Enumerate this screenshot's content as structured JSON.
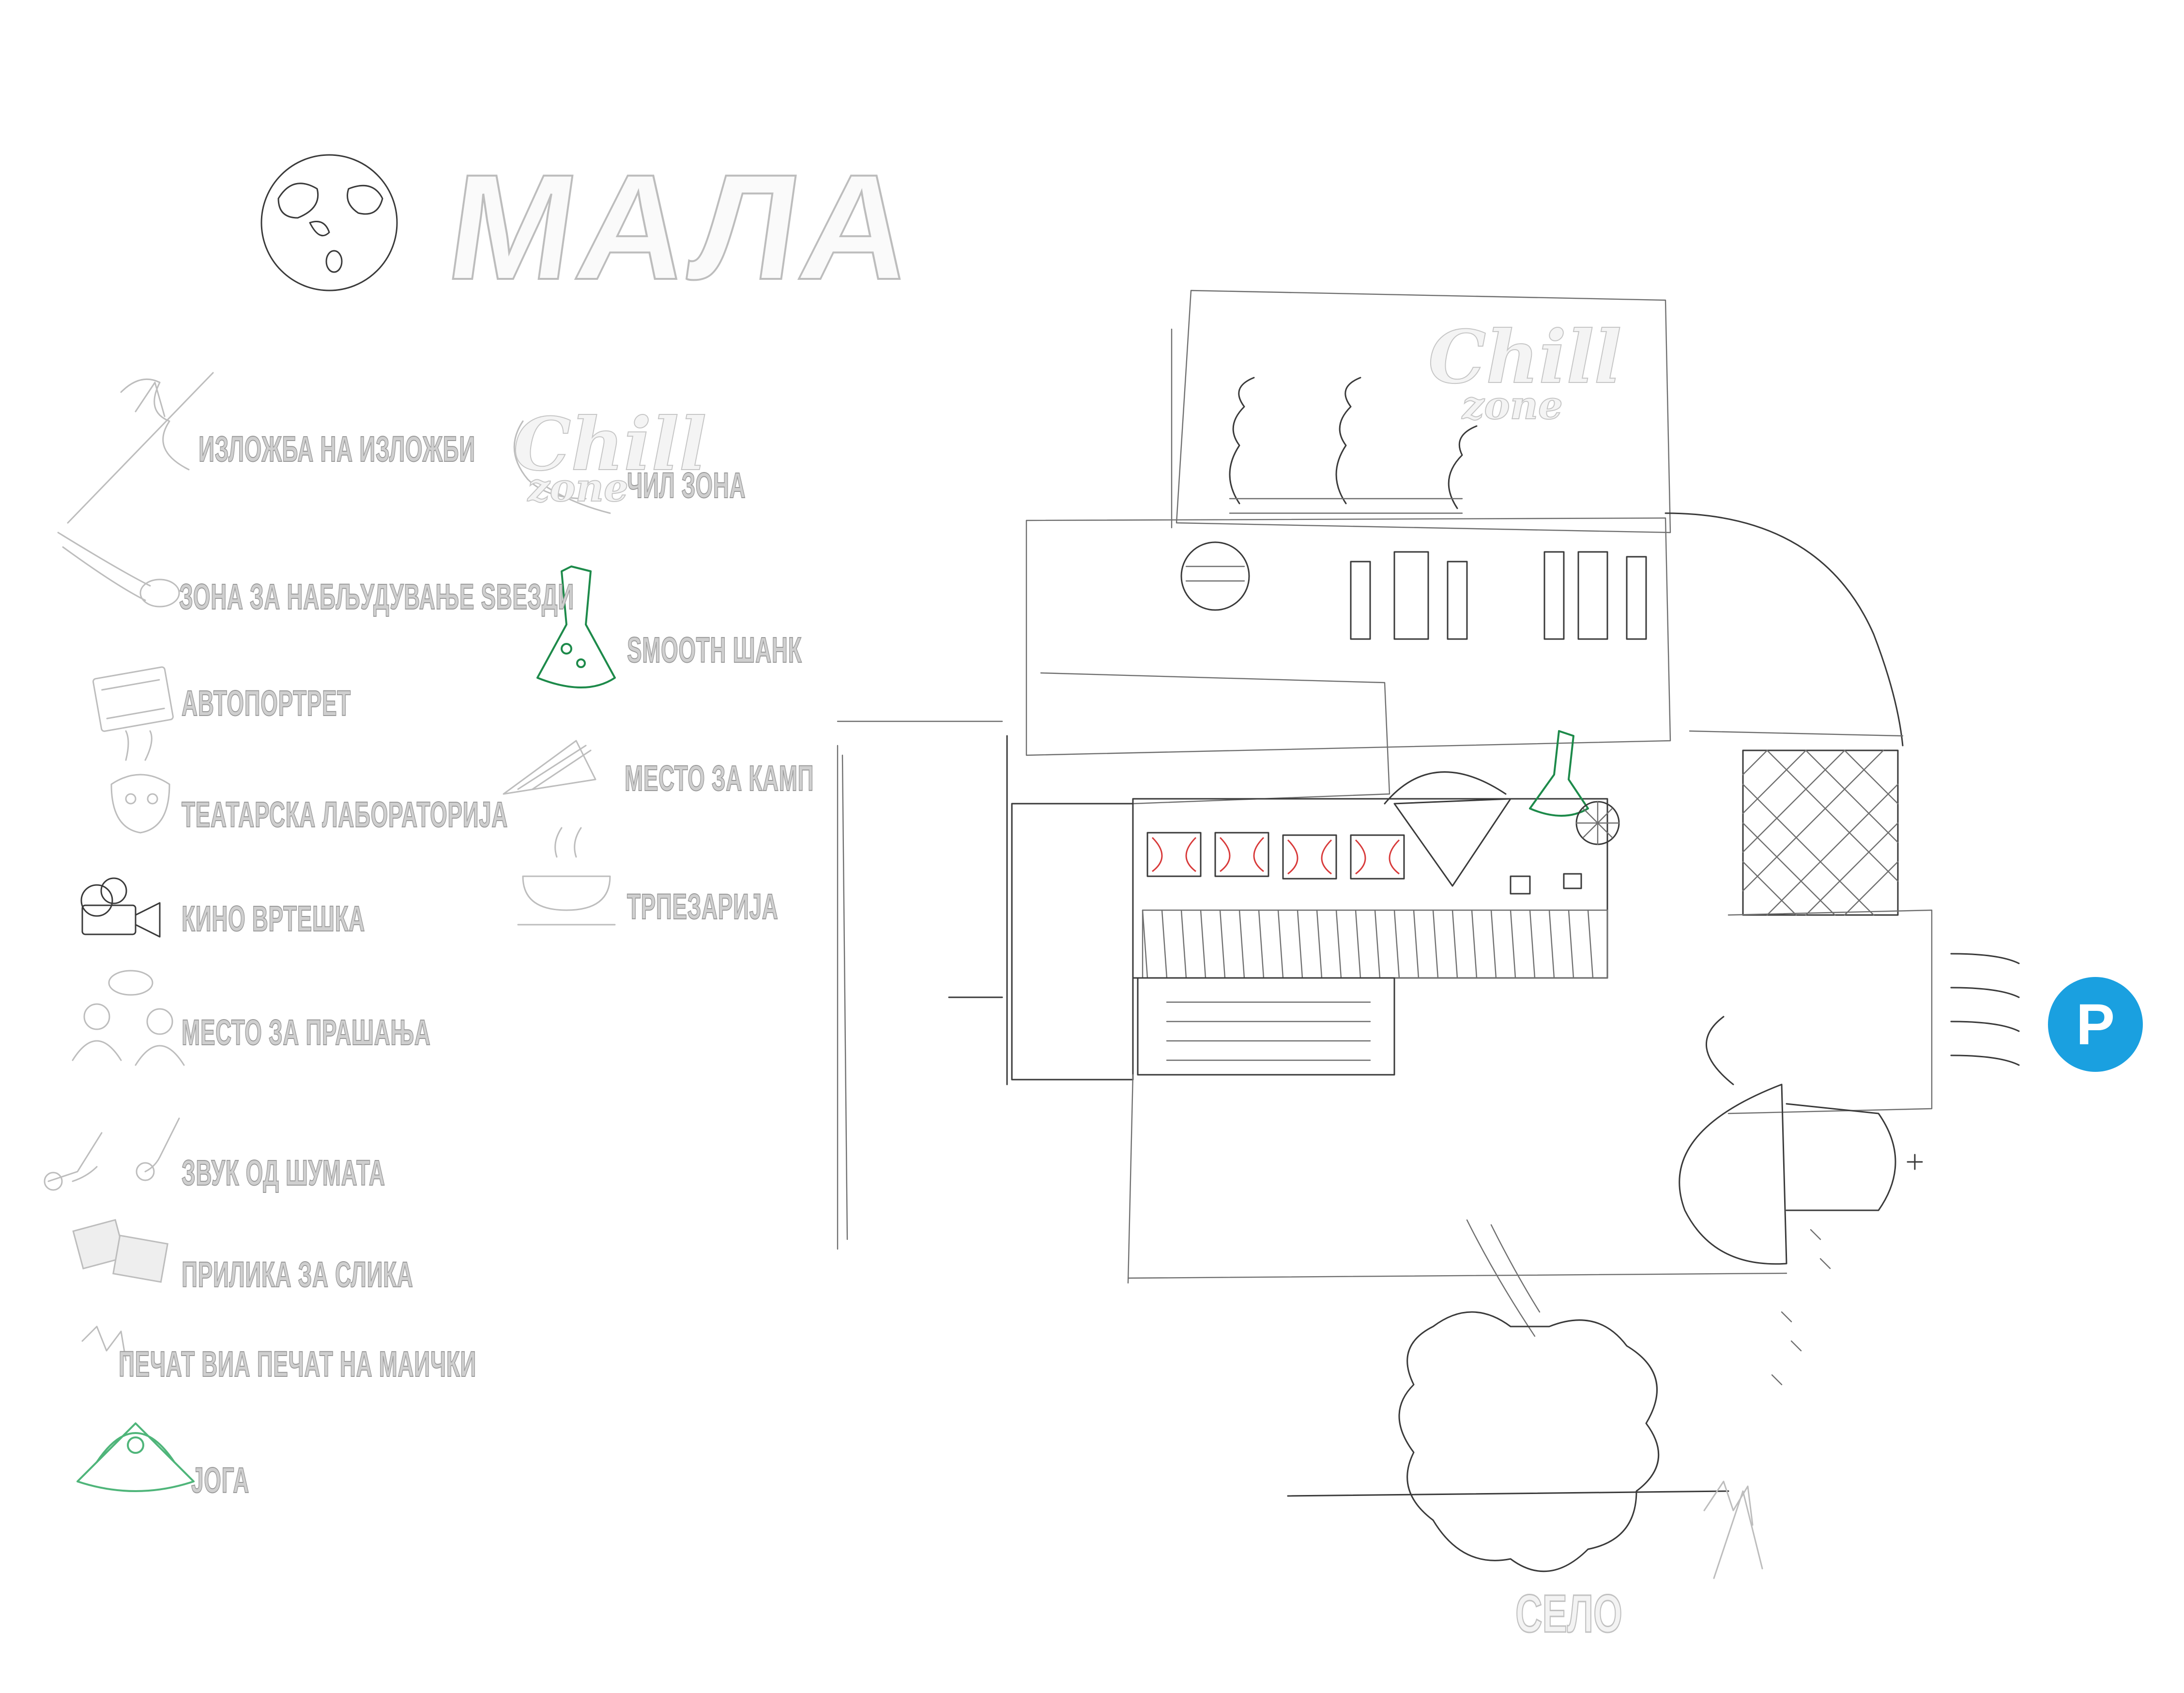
{
  "title": "МАЛА",
  "legend": [
    {
      "icon": "comet-icon-signature",
      "label": "ИЗЛОЖБА НА ИЗЛОЖБИ"
    },
    {
      "icon": "comet-icon",
      "label": "ЗОНА ЗА НАБЉУДУВАЊЕ ЅВЕЗДИ"
    },
    {
      "icon": "film-strip-icon",
      "label": "АВТОПОРТРЕТ"
    },
    {
      "icon": "theatre-mask-icon",
      "label": "ТЕАТАРСКА ЛАБОРАТОРИЈА"
    },
    {
      "icon": "movie-camera-icon",
      "label": "КИНО ВРТЕШКА"
    },
    {
      "icon": "people-question-icon",
      "label": "МЕСТО ЗА ПРАШАЊА"
    },
    {
      "icon": "music-notes-icon",
      "label": "ЗВУК ОД ШУМАТА"
    },
    {
      "icon": "photo-frame-icon",
      "label": "ПРИЛИКА ЗА СЛИКА"
    },
    {
      "icon": "print-stamp-icon",
      "label": "ПЕЧАТ  ВИА ПЕЧАТ НА МАИЧКИ"
    },
    {
      "icon": "lotus-yoga-icon",
      "label": "ЈОГА"
    },
    {
      "icon": "chill-zone-icon",
      "label": "ЧИЛ ЗОНА"
    },
    {
      "icon": "flask-icon",
      "label": "SMOOTH ШАНК"
    },
    {
      "icon": "tent-icon",
      "label": "МЕСТО ЗА КАМП"
    },
    {
      "icon": "coffee-cup-icon",
      "label": "ТРПЕЗАРИЈА"
    }
  ],
  "map": {
    "parking_label": "P",
    "village_label": "СЕЛО",
    "chill_word": "Chill",
    "zone_word": "zone"
  },
  "colors": {
    "accent_green": "#1d8a4a",
    "accent_red": "#d83a3a",
    "parking_blue": "#1aa0e0"
  }
}
